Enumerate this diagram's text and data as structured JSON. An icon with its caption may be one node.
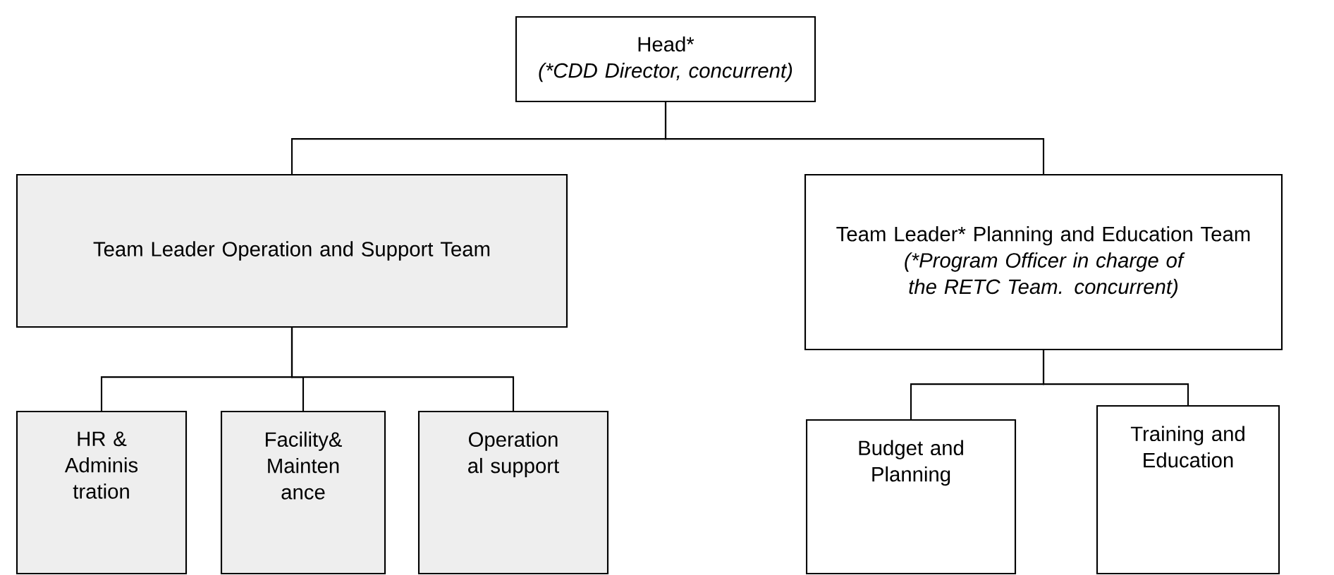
{
  "diagram": {
    "nodes": [
      {
        "text": [
          "Head*",
          "(*CDD Director, concurrent)"
        ]
      },
      {
        "text": [
          "Team Leader Operation and Support Team"
        ]
      },
      {
        "text": [
          "Team Leader* Planning and Education Team",
          "(*Program Officer in charge of the RETC Team. concurrent)"
        ]
      },
      {
        "text": [
          "HR & Adminis tration"
        ]
      },
      {
        "text": [
          "Facility& Mainten ance"
        ]
      },
      {
        "text": [
          "Operation al support"
        ]
      },
      {
        "text": [
          "Budget and Planning"
        ]
      },
      {
        "text": [
          "Training and Education"
        ]
      }
    ],
    "edges": [
      {
        "from": 0,
        "to": 1,
        "arrow": "none"
      },
      {
        "from": 0,
        "to": 2,
        "arrow": "none"
      },
      {
        "from": 1,
        "to": 3,
        "arrow": "none"
      },
      {
        "from": 1,
        "to": 4,
        "arrow": "none"
      },
      {
        "from": 1,
        "to": 5,
        "arrow": "none"
      },
      {
        "from": 2,
        "to": 6,
        "arrow": "none"
      },
      {
        "from": 2,
        "to": 7,
        "arrow": "none"
      }
    ]
  }
}
